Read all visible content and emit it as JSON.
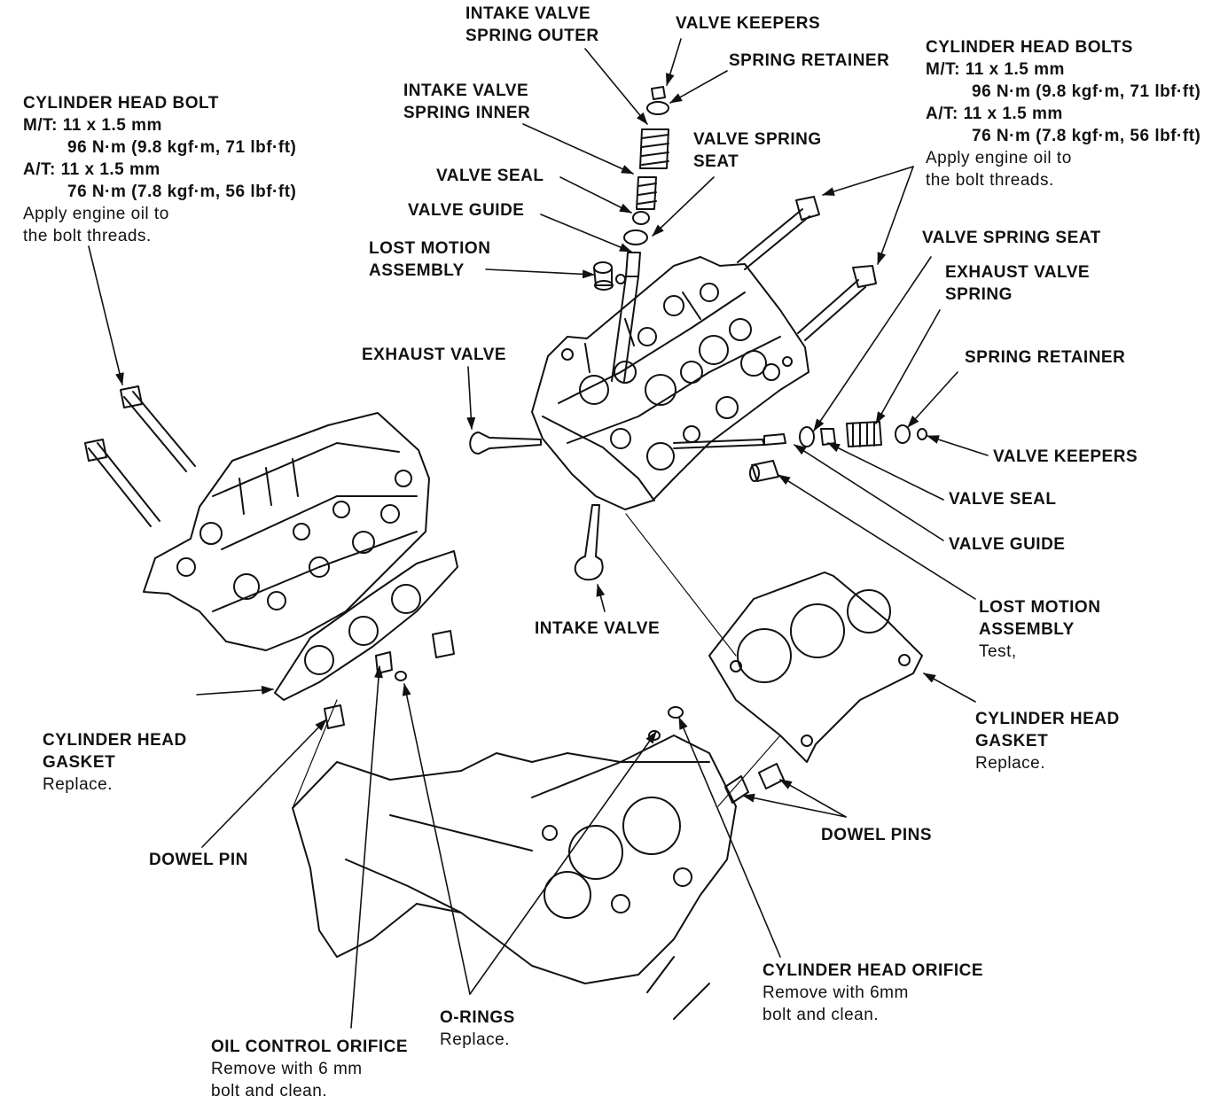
{
  "colors": {
    "ink": "#111111",
    "paper": "#ffffff"
  },
  "labels": {
    "intake_valve_spring_outer": [
      "INTAKE VALVE",
      "SPRING OUTER"
    ],
    "valve_keepers_top": "VALVE KEEPERS",
    "spring_retainer_top": "SPRING RETAINER",
    "cylinder_head_bolts_right": {
      "title": "CYLINDER HEAD BOLTS",
      "mt": "M/T: 11 x 1.5 mm",
      "mt_torque": "96 N·m (9.8 kgf·m, 71 lbf·ft)",
      "at": "A/T:  11 x 1.5 mm",
      "at_torque": "76 N·m (7.8 kgf·m, 56 lbf·ft)",
      "note1": "Apply engine oil to",
      "note2": "the bolt threads."
    },
    "cylinder_head_bolt_left": {
      "title": "CYLINDER HEAD BOLT",
      "mt": "M/T: 11 x 1.5 mm",
      "mt_torque": "96 N·m (9.8 kgf·m, 71 lbf·ft)",
      "at": "A/T:  11 x 1.5 mm",
      "at_torque": "76 N·m (7.8 kgf·m, 56 lbf·ft)",
      "note1": "Apply engine oil to",
      "note2": "the bolt threads."
    },
    "intake_valve_spring_inner": [
      "INTAKE VALVE",
      "SPRING INNER"
    ],
    "valve_spring_seat_top": [
      "VALVE SPRING",
      "SEAT"
    ],
    "valve_seal_top": "VALVE SEAL",
    "valve_guide_top": "VALVE GUIDE",
    "lost_motion_assembly_top": [
      "LOST MOTION",
      "ASSEMBLY"
    ],
    "valve_spring_seat_right": "VALVE SPRING SEAT",
    "exhaust_valve_spring": [
      "EXHAUST VALVE",
      "SPRING"
    ],
    "exhaust_valve": "EXHAUST VALVE",
    "spring_retainer_right": "SPRING RETAINER",
    "valve_keepers_right": "VALVE KEEPERS",
    "valve_seal_right": "VALVE SEAL",
    "valve_guide_right": "VALVE GUIDE",
    "lost_motion_assembly_right": {
      "title": [
        "LOST MOTION",
        "ASSEMBLY"
      ],
      "note": "Test,"
    },
    "intake_valve": "INTAKE VALVE",
    "cylinder_head_gasket_right": {
      "title": [
        "CYLINDER HEAD",
        "GASKET"
      ],
      "note": "Replace."
    },
    "cylinder_head_gasket_left": {
      "title": [
        "CYLINDER HEAD",
        "GASKET"
      ],
      "note": "Replace."
    },
    "dowel_pin": "DOWEL PIN",
    "dowel_pins": "DOWEL PINS",
    "cylinder_head_orifice": {
      "title": "CYLINDER HEAD ORIFICE",
      "note1": "Remove with 6mm",
      "note2": "bolt and clean."
    },
    "o_rings": {
      "title": "O-RINGS",
      "note": "Replace."
    },
    "oil_control_orifice": {
      "title": "OIL CONTROL ORIFICE",
      "note1": "Remove with 6 mm",
      "note2": "bolt and clean."
    }
  }
}
